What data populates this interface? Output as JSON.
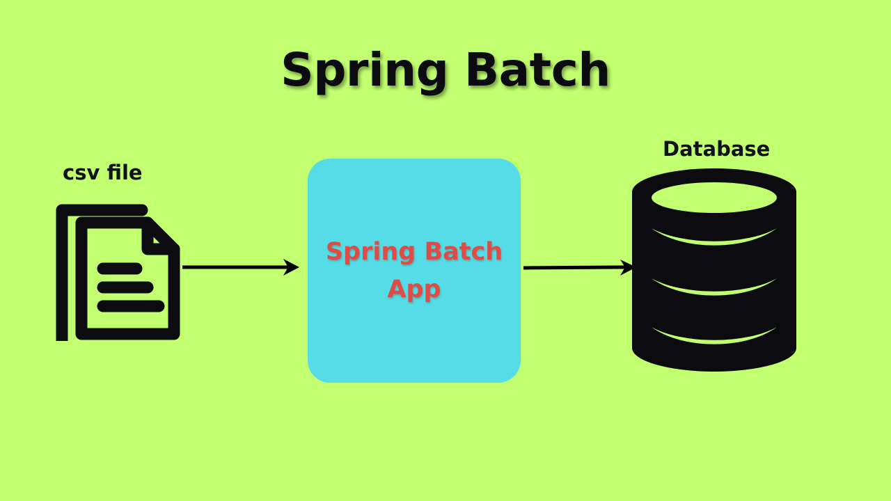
{
  "page": {
    "title": "Spring Batch",
    "background_color": "#c2ff70"
  },
  "diagram": {
    "type": "flow",
    "direction": "left-to-right",
    "nodes": [
      {
        "id": "csv-file",
        "label": "csv file",
        "icon": "documents-icon",
        "color": "#111118"
      },
      {
        "id": "spring-batch-app",
        "label": "Spring Batch\nApp",
        "shape": "rounded-rectangle",
        "fill_color": "#56dce6",
        "text_color": "#e04b45"
      },
      {
        "id": "database",
        "label": "Database",
        "icon": "database-cylinder-icon",
        "color": "#0b0b10"
      }
    ],
    "connectors": [
      {
        "id": "csv-to-app",
        "from": "csv-file",
        "to": "spring-batch-app",
        "style": "solid-arrow",
        "color": "#000000"
      },
      {
        "id": "app-to-db",
        "from": "spring-batch-app",
        "to": "database",
        "style": "solid-arrow",
        "color": "#000000"
      }
    ]
  },
  "labels": {
    "csv_file": "csv file",
    "app_box": "Spring Batch\nApp",
    "database": "Database"
  }
}
